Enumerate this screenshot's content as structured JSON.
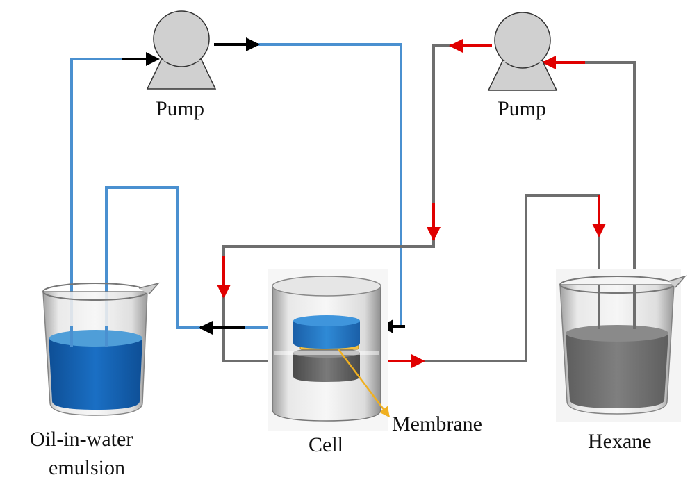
{
  "labels": {
    "pump_left": "Pump",
    "pump_right": "Pump",
    "beaker_left_line1": "Oil-in-water",
    "beaker_left_line2": "emulsion",
    "cell": "Cell",
    "membrane": "Membrane",
    "hexane": "Hexane"
  },
  "colors": {
    "emulsion_line": "#4a90d0",
    "hexane_line": "#6e6e6e",
    "arrow_red": "#e00000",
    "arrow_black": "#000000",
    "membrane_pointer": "#f0b020",
    "emulsion_liquid": "#1565b8",
    "hexane_liquid": "#777777",
    "pump_fill": "#d0d0d0"
  }
}
